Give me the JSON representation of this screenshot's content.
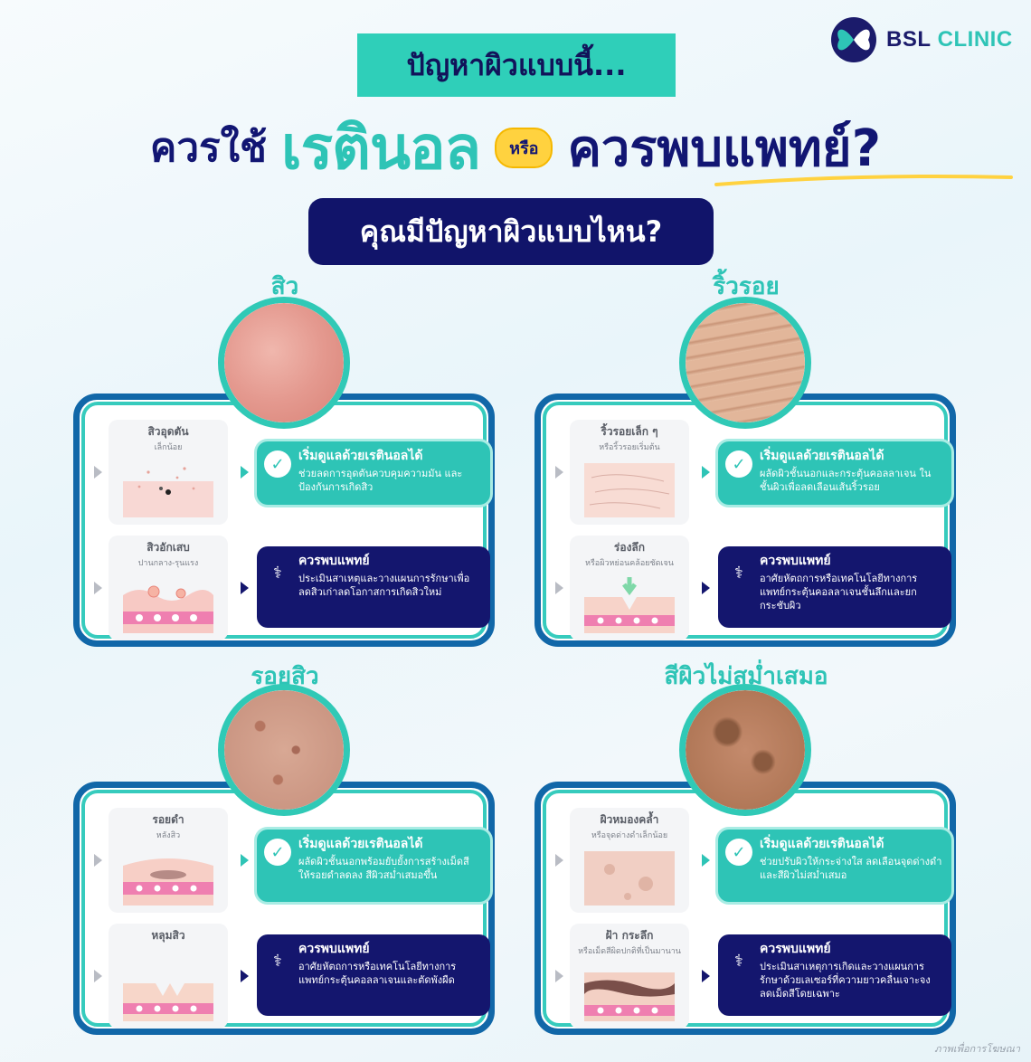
{
  "brand": {
    "name_part1": "BSL",
    "name_part2": " CLINIC"
  },
  "header": {
    "kicker": "ปัญหาผิวแบบนี้...",
    "part1": "ควรใช้",
    "retinol": "เรตินอล",
    "or": "หรือ",
    "doctor": "ควรพบแพทย์?",
    "question": "คุณมีปัญหาผิวแบบไหน?"
  },
  "colors": {
    "teal": "#2ec4b6",
    "navy": "#14166e",
    "blue_border": "#1167a8",
    "yellow": "#ffd23f"
  },
  "sections": [
    {
      "title": "สิว",
      "rows": [
        {
          "thumb_title": "สิวอุดตัน",
          "thumb_sub": "เล็กน้อย",
          "card_type": "green",
          "card_title": "เริ่มดูแลด้วยเรตินอลได้",
          "card_body": "ช่วยลดการอุดตันควบคุมความมัน และป้องกันการเกิดสิว"
        },
        {
          "thumb_title": "สิวอักเสบ",
          "thumb_sub": "ปานกลาง-รุนแรง",
          "card_type": "navy",
          "card_title": "ควรพบแพทย์",
          "card_body": "ประเมินสาเหตุและวางแผนการรักษาเพื่อลดสิวเก่าลดโอกาสการเกิดสิวใหม่"
        }
      ]
    },
    {
      "title": "ริ้วรอย",
      "rows": [
        {
          "thumb_title": "ริ้วรอยเล็ก ๆ",
          "thumb_sub": "หรือริ้วรอยเริ่มต้น",
          "card_type": "green",
          "card_title": "เริ่มดูแลด้วยเรตินอลได้",
          "card_body": "ผลัดผิวชั้นนอกและกระตุ้นคอลลาเจน ในชั้นผิวเพื่อลดเลือนเส้นริ้วรอย"
        },
        {
          "thumb_title": "ร่องลึก",
          "thumb_sub": "หรือผิวหย่อนคล้อยชัดเจน",
          "card_type": "navy",
          "card_title": "ควรพบแพทย์",
          "card_body": "อาศัยหัตถการหรือเทคโนโลยีทางการแพทย์กระตุ้นคอลลาเจนชั้นลึกและยกกระชับผิว"
        }
      ]
    },
    {
      "title": "รอยสิว",
      "rows": [
        {
          "thumb_title": "รอยดำ",
          "thumb_sub": "หลังสิว",
          "card_type": "green",
          "card_title": "เริ่มดูแลด้วยเรตินอลได้",
          "card_body": "ผลัดผิวชั้นนอกพร้อมยับยั้งการสร้างเม็ดสี ให้รอยดำลดลง สีผิวสม่ำเสมอขึ้น"
        },
        {
          "thumb_title": "หลุมสิว",
          "thumb_sub": "",
          "card_type": "navy",
          "card_title": "ควรพบแพทย์",
          "card_body": "อาศัยหัตถการหรือเทคโนโลยีทางการแพทย์กระตุ้นคอลลาเจนและตัดพังผืด"
        }
      ]
    },
    {
      "title": "สีผิวไม่สม่ำเสมอ",
      "rows": [
        {
          "thumb_title": "ผิวหมองคล้ำ",
          "thumb_sub": "หรือจุดด่างดำเล็กน้อย",
          "card_type": "green",
          "card_title": "เริ่มดูแลด้วยเรตินอลได้",
          "card_body": "ช่วยปรับผิวให้กระจ่างใส ลดเลือนจุดด่างดำและสีผิวไม่สม่ำเสมอ"
        },
        {
          "thumb_title": "ฝ้า กระลึก",
          "thumb_sub": "หรือเม็ดสีผิดปกติที่เป็นมานาน",
          "card_type": "navy",
          "card_title": "ควรพบแพทย์",
          "card_body": "ประเมินสาเหตุการเกิดและวางแผนการรักษาด้วยเลเซอร์ที่ความยาวคลื่นเจาะจงลดเม็ดสีโดยเฉพาะ"
        }
      ]
    }
  ],
  "footnote": "ภาพเพื่อการโฆษณา"
}
